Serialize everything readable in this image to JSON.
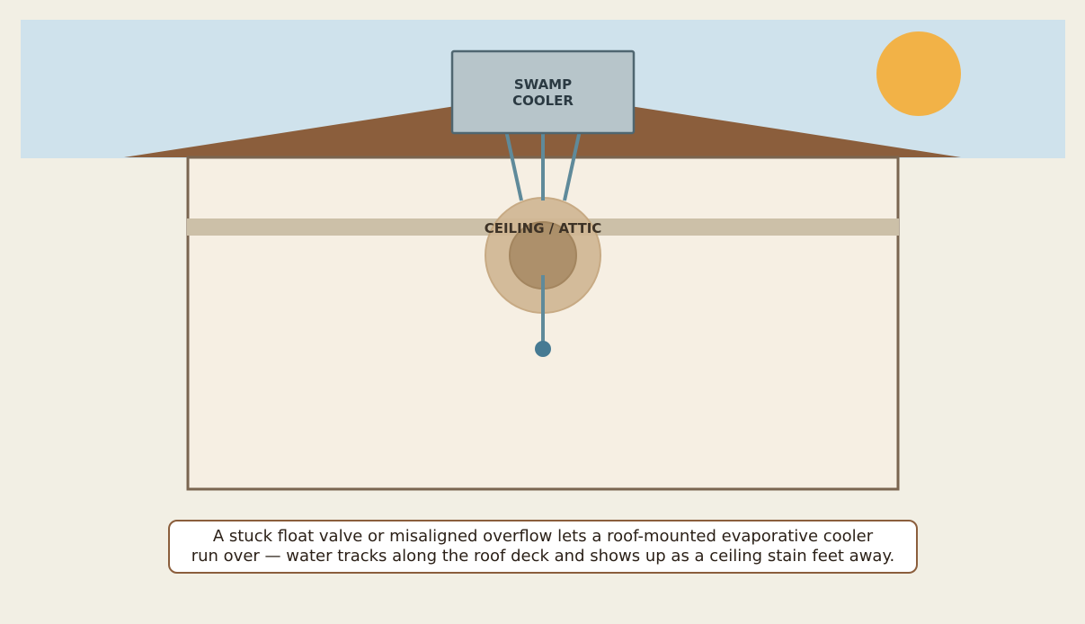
{
  "diagram": {
    "cooler_label_line1": "SWAMP",
    "cooler_label_line2": "COOLER",
    "ceiling_label": "CEILING / ATTIC",
    "caption_line1": "A stuck float valve or misaligned overflow lets a roof-mounted evaporative cooler",
    "caption_line2": "run over — water tracks along the roof deck and shows up as a ceiling stain feet away."
  },
  "colors": {
    "sky": "#cfe2ec",
    "sun": "#f2b247",
    "roof": "#8b5e3c",
    "house_wall": "#f6efe3",
    "house_outline": "#7a6550",
    "cooler_fill": "#b7c5ca",
    "cooler_stroke": "#4f6670",
    "duct": "#5f8a9a",
    "ceiling_band": "#ccc0a8",
    "stain_outer": "#d1b794",
    "stain_inner": "#a98c66",
    "drip": "#467a93"
  }
}
